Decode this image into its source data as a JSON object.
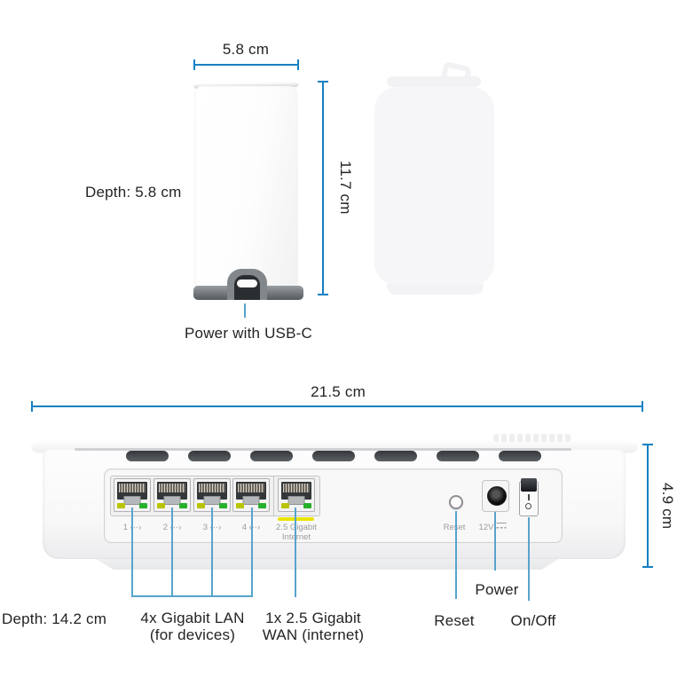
{
  "satellite": {
    "width_label": "5.8 cm",
    "height_label": "11.7 cm",
    "depth_label": "Depth: 5.8 cm",
    "usb_callout": "Power with USB-C"
  },
  "router": {
    "width_label": "21.5 cm",
    "height_label": "4.9 cm",
    "depth_label": "Depth: 14.2 cm",
    "lan_port_labels": [
      "1 ‹··›",
      "2 ‹··›",
      "3 ‹··›",
      "4 ‹··›"
    ],
    "wan_port_label_line1": "2.5 Gigabit",
    "wan_port_label_line2": "Internet",
    "reset_print": "Reset",
    "power_print": "12V",
    "switch_on_mark": "I",
    "switch_off_mark": "O",
    "lan_callout_line1": "4x Gigabit LAN",
    "lan_callout_line2": "(for devices)",
    "wan_callout_line1": "1x 2.5 Gigabit",
    "wan_callout_line2": "WAN (internet)",
    "reset_callout": "Reset",
    "power_callout": "Power",
    "onoff_callout": "On/Off"
  },
  "colors": {
    "dimension_line": "#1580c2",
    "callout_line": "#58a3ce",
    "wan_accent_bar": "#e9e400",
    "led_left_yellow": "#b9c400",
    "led_right_green": "#27b02c"
  }
}
